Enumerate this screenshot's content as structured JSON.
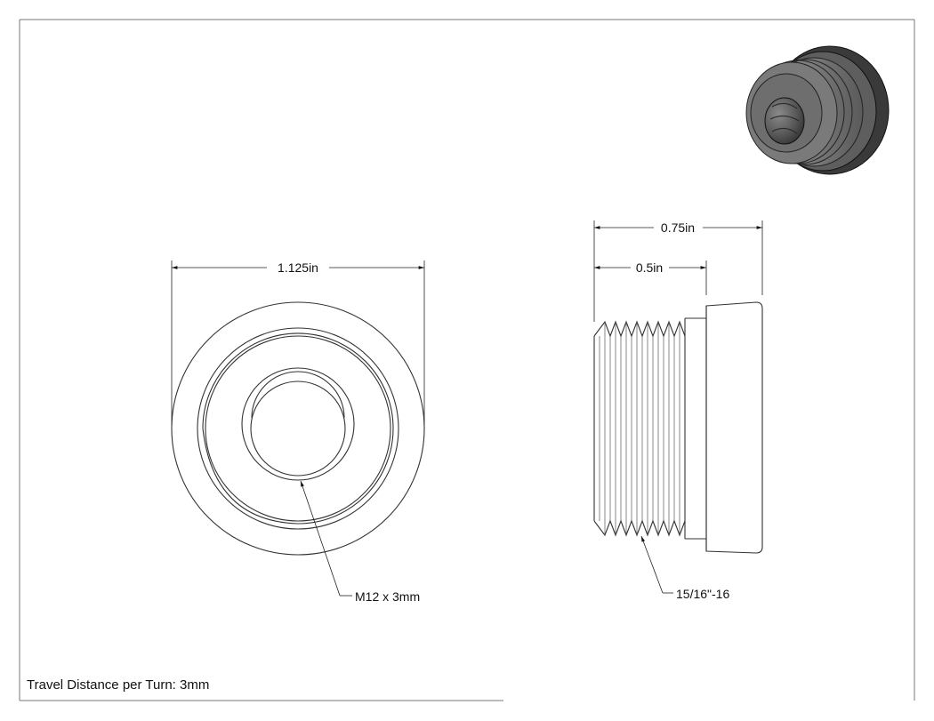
{
  "dimensions": {
    "front_diameter": "1.125in",
    "overall_length": "0.75in",
    "thread_length": "0.5in"
  },
  "callouts": {
    "inner_thread": "M12 x 3mm",
    "outer_thread": "15/16\"-16"
  },
  "title_block": {
    "note": "Travel Distance per Turn: 3mm"
  }
}
